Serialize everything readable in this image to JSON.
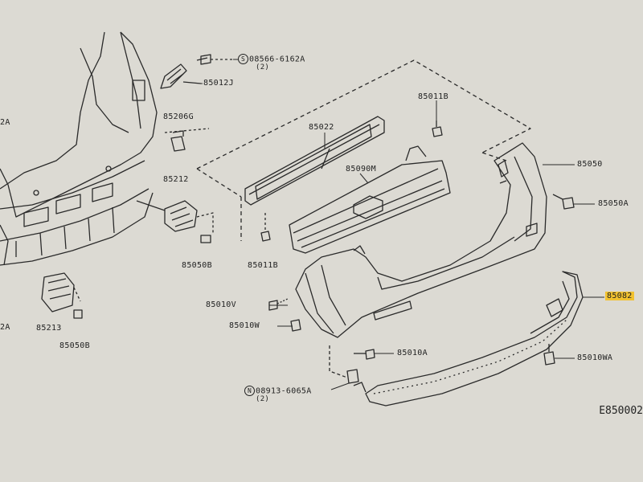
{
  "figure_code": "E850002",
  "parts": {
    "p08566_6162A": {
      "circle": "S",
      "number": "08566-6162A",
      "qty": "(2)"
    },
    "p85012J": {
      "number": "85012J"
    },
    "p85206G": {
      "number": "85206G"
    },
    "p85212": {
      "number": "85212"
    },
    "p85050B_top": {
      "number": "85050B"
    },
    "p85213": {
      "number": "85213"
    },
    "p85050B_bottom": {
      "number": "85050B"
    },
    "p2A": {
      "number": "2A"
    },
    "p2A_b": {
      "number": "2A"
    },
    "p85022": {
      "number": "85022"
    },
    "p85011B_top": {
      "number": "85011B"
    },
    "p85090M": {
      "number": "85090M"
    },
    "p85011B_bottom": {
      "number": "85011B"
    },
    "p85050": {
      "number": "85050"
    },
    "p85050A": {
      "number": "85050A"
    },
    "p85082": {
      "number": "85082",
      "highlight": "#f2c230"
    },
    "p85010V": {
      "number": "85010V"
    },
    "p85010W": {
      "number": "85010W"
    },
    "p85010A": {
      "number": "85010A"
    },
    "p85010WA": {
      "number": "85010WA"
    },
    "p08913_6065A": {
      "circle": "N",
      "number": "08913-6065A",
      "qty": "(2)"
    }
  }
}
